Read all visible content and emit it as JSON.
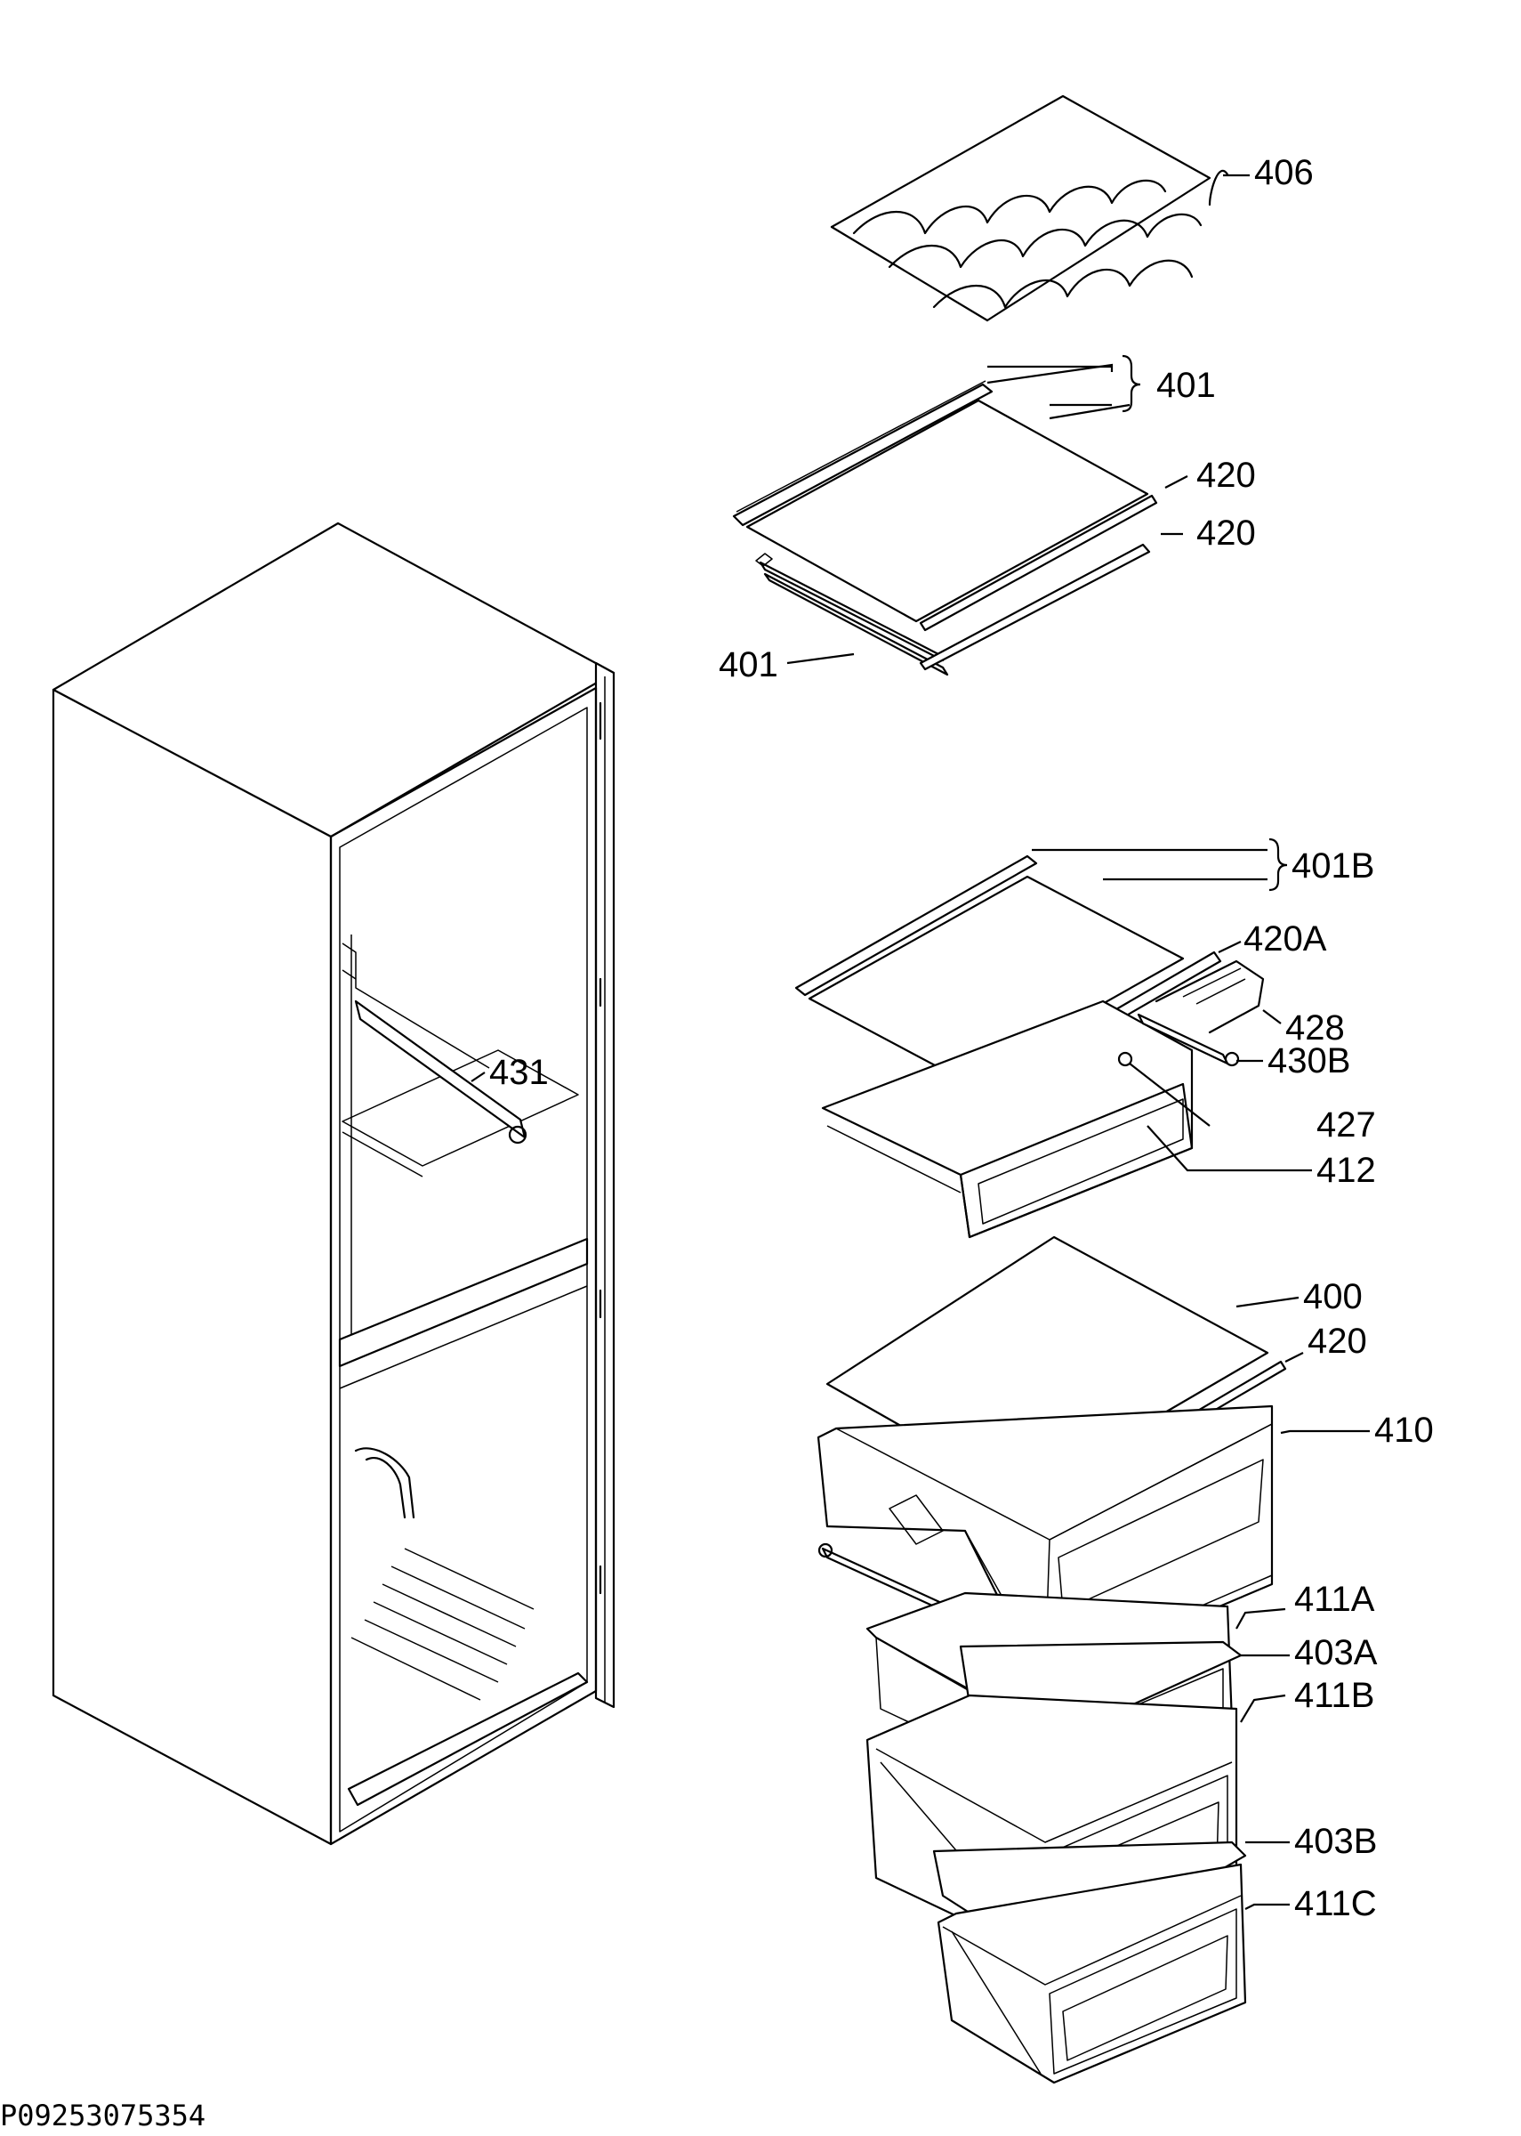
{
  "document_id": "P09253075354",
  "callouts": {
    "c406": "406",
    "c401_top": "401",
    "c420_a": "420",
    "c420_b": "420",
    "c401_left": "401",
    "c401B": "401B",
    "c420A": "420A",
    "c428": "428",
    "c430B": "430B",
    "c427": "427",
    "c412": "412",
    "c431": "431",
    "c400": "400",
    "c420_c": "420",
    "c410": "410",
    "c411A": "411A",
    "c403A": "403A",
    "c411B": "411B",
    "c403B": "403B",
    "c411C": "411C"
  },
  "colors": {
    "ink": "#000000",
    "paper": "#ffffff"
  }
}
